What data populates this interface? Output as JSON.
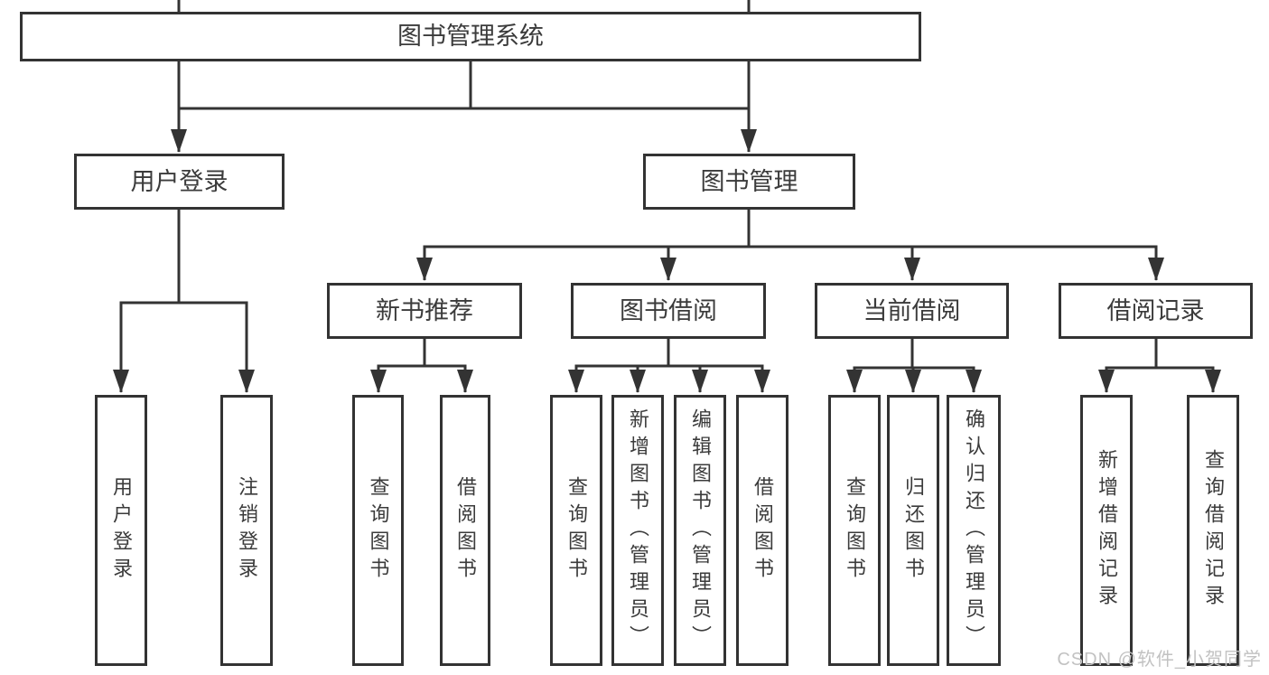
{
  "tree": {
    "root": {
      "label": "图书管理系统"
    },
    "branches": [
      {
        "label": "用户登录",
        "children": [
          {
            "label": "用户登录"
          },
          {
            "label": "注销登录"
          }
        ]
      },
      {
        "label": "图书管理",
        "groups": [
          {
            "label": "新书推荐",
            "children": [
              {
                "label": "查询图书"
              },
              {
                "label": "借阅图书"
              }
            ]
          },
          {
            "label": "图书借阅",
            "children": [
              {
                "label": "查询图书"
              },
              {
                "label": "新增图书（管理员）"
              },
              {
                "label": "编辑图书（管理员）"
              },
              {
                "label": "借阅图书"
              }
            ]
          },
          {
            "label": "当前借阅",
            "children": [
              {
                "label": "查询图书"
              },
              {
                "label": "归还图书"
              },
              {
                "label": "确认归还（管理员）"
              }
            ]
          },
          {
            "label": "借阅记录",
            "children": [
              {
                "label": "新增借阅记录"
              },
              {
                "label": "查询借阅记录"
              }
            ]
          }
        ]
      }
    ]
  },
  "watermark": {
    "text": "CSDN @软件_小贺同学"
  },
  "colors": {
    "line": "#333333",
    "text": "#3b3b3b",
    "background": "#ffffff",
    "watermark": "#c2c2c2"
  }
}
